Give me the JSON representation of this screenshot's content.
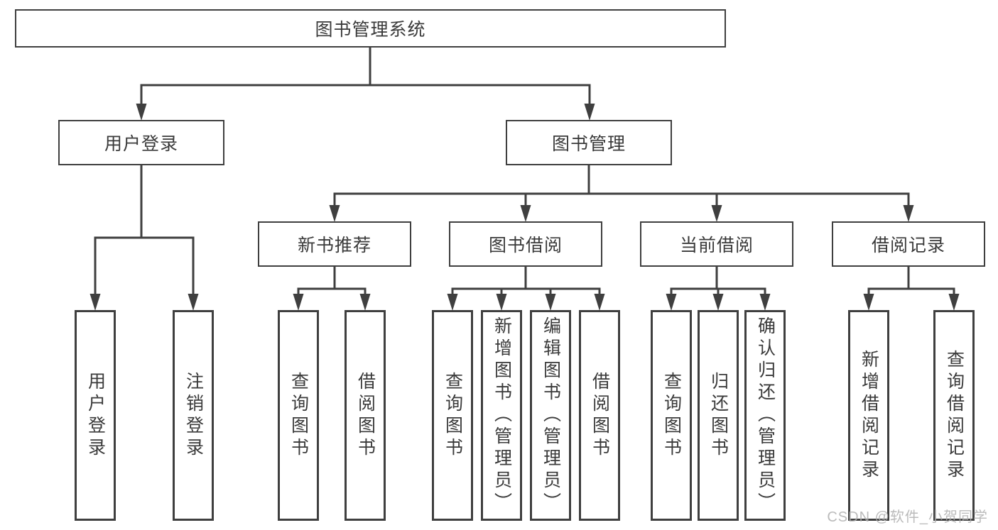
{
  "tree": {
    "root": {
      "label": "图书管理系统"
    },
    "children": [
      {
        "label": "用户登录",
        "children": [
          {
            "label": "用户登录"
          },
          {
            "label": "注销登录"
          }
        ]
      },
      {
        "label": "图书管理",
        "children": [
          {
            "label": "新书推荐",
            "children": [
              {
                "label": "查询图书"
              },
              {
                "label": "借阅图书"
              }
            ]
          },
          {
            "label": "图书借阅",
            "children": [
              {
                "label": "查询图书"
              },
              {
                "label": "新增图书（管理员）"
              },
              {
                "label": "编辑图书（管理员）"
              },
              {
                "label": "借阅图书"
              }
            ]
          },
          {
            "label": "当前借阅",
            "children": [
              {
                "label": "查询图书"
              },
              {
                "label": "归还图书"
              },
              {
                "label": "确认归还（管理员）"
              }
            ]
          },
          {
            "label": "借阅记录",
            "children": [
              {
                "label": "新增借阅记录"
              },
              {
                "label": "查询借阅记录"
              }
            ]
          }
        ]
      }
    ]
  },
  "watermark": {
    "text": "CSDN @软件_小贺同学"
  },
  "colors": {
    "line": "#3f3f3f",
    "box_border": "#3f3f3f",
    "text": "#3a3a3a",
    "watermark": "#afafaf",
    "background": "#ffffff"
  }
}
